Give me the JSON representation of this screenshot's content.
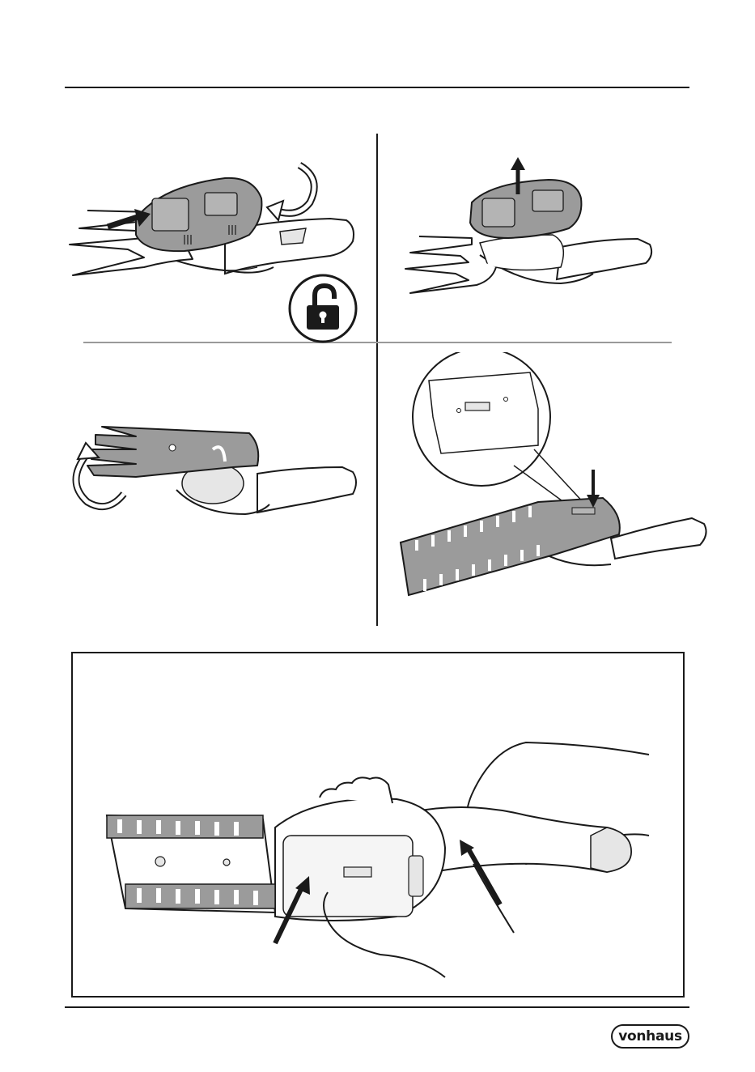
{
  "page": {
    "brand": "vonhaus",
    "colors": {
      "ink": "#1a1a1a",
      "fill_light": "#e6e6e6",
      "fill_mid": "#9b9b9b",
      "fill_dark": "#7a7a7a",
      "background": "#ffffff"
    }
  },
  "figures": [
    {
      "name": "step-unlock-battery",
      "icons": [
        "arrow-icon",
        "rotate-arrow-icon",
        "unlocked-padlock-icon"
      ]
    },
    {
      "name": "step-lift-battery",
      "icons": [
        "up-arrow-icon"
      ]
    },
    {
      "name": "step-rotate-blade",
      "icons": [
        "rotate-arrow-icon"
      ]
    },
    {
      "name": "step-insert-blade",
      "icons": [
        "down-arrow-icon",
        "magnifier-callout"
      ]
    },
    {
      "name": "step-handling-blade",
      "icons": [
        "push-arrow-icon"
      ]
    }
  ]
}
